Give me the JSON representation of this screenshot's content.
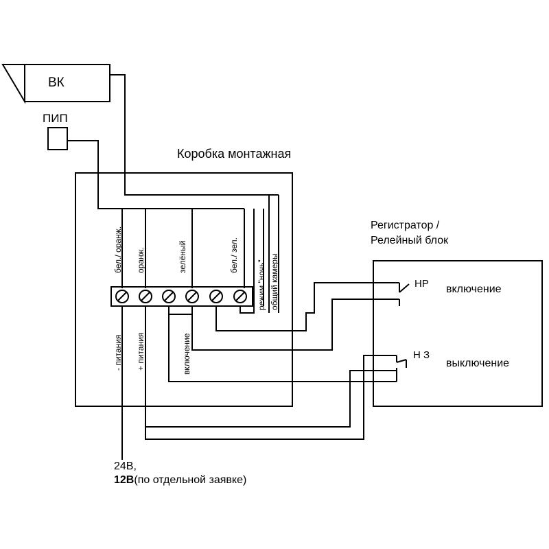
{
  "labels": {
    "camera": "ВК",
    "pir": "ПИП",
    "box_title": "Коробка монтажная",
    "recorder_line1": "Регистратор /",
    "recorder_line2": "Релейный блок",
    "contact_no": "НР",
    "contact_nc": "Н З",
    "on_label": "включение",
    "off_label": "выключение",
    "power_line1": "24В,",
    "power_line2_bold": "12В",
    "power_line2_rest": "(по отдельной заявке)"
  },
  "wires_top": [
    "бел./ оранж.",
    "оранж.",
    "зелёный",
    "бел./ зел.",
    "режим \"ночь\"",
    "общий камеры"
  ],
  "wires_bottom": [
    "- питания",
    "+ питания",
    "включение"
  ]
}
